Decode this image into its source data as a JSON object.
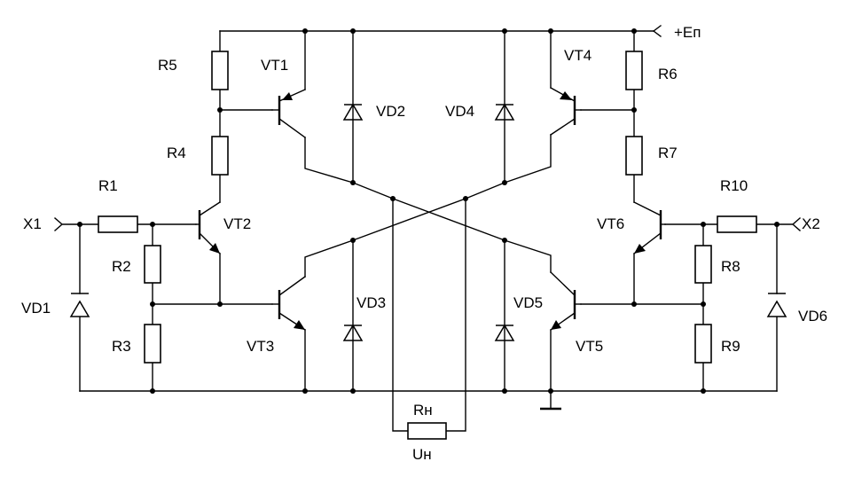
{
  "labels": {
    "supply": "+Eп",
    "in1": "X1",
    "in2": "X2",
    "load": "Rн",
    "load_voltage": "Uн",
    "R1": "R1",
    "R2": "R2",
    "R3": "R3",
    "R4": "R4",
    "R5": "R5",
    "R6": "R6",
    "R7": "R7",
    "R8": "R8",
    "R9": "R9",
    "R10": "R10",
    "VT1": "VT1",
    "VT2": "VT2",
    "VT3": "VT3",
    "VT4": "VT4",
    "VT5": "VT5",
    "VT6": "VT6",
    "VD1": "VD1",
    "VD2": "VD2",
    "VD3": "VD3",
    "VD4": "VD4",
    "VD5": "VD5",
    "VD6": "VD6"
  }
}
